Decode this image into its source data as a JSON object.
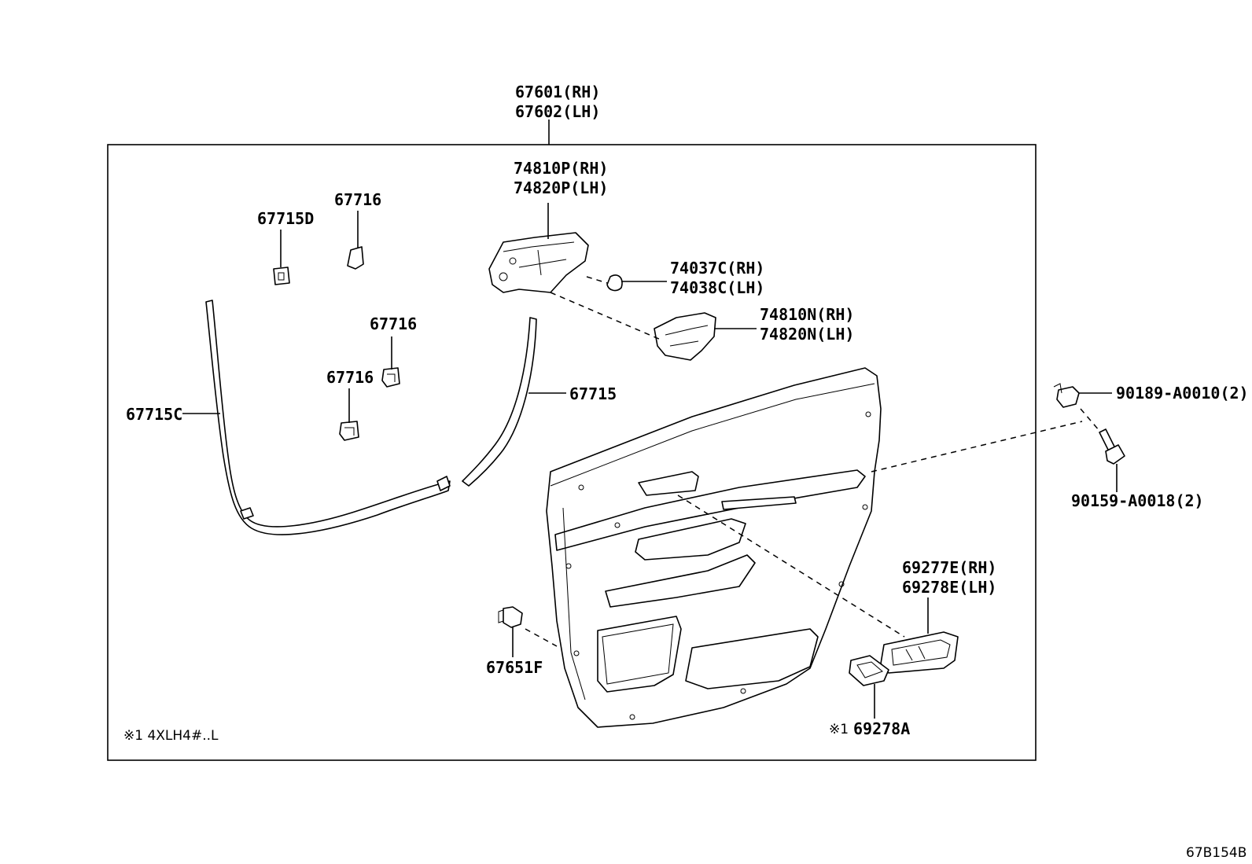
{
  "labels": {
    "panel_rh": "67601(RH)",
    "panel_lh": "67602(LH)",
    "handle_base_rh": "74810P(RH)",
    "handle_base_lh": "74820P(LH)",
    "clip_1": "67716",
    "seal_d": "67715D",
    "cap_rh": "74037C(RH)",
    "cap_lh": "74038C(LH)",
    "handle_cover_rh": "74810N(RH)",
    "handle_cover_lh": "74820N(LH)",
    "clip_2": "67716",
    "clip_3": "67716",
    "seal": "67715",
    "seal_c": "67715C",
    "clip_nut": "90189-A0010(2)",
    "screw": "90159-A0018(2)",
    "bezel_rh": "69277E(RH)",
    "bezel_lh": "69278E(LH)",
    "pad": "69278A",
    "pad_mark": "※1",
    "clip_f": "67651F",
    "footnote": "※1 4XLH4#..L",
    "drawing_id": "67B154B"
  }
}
